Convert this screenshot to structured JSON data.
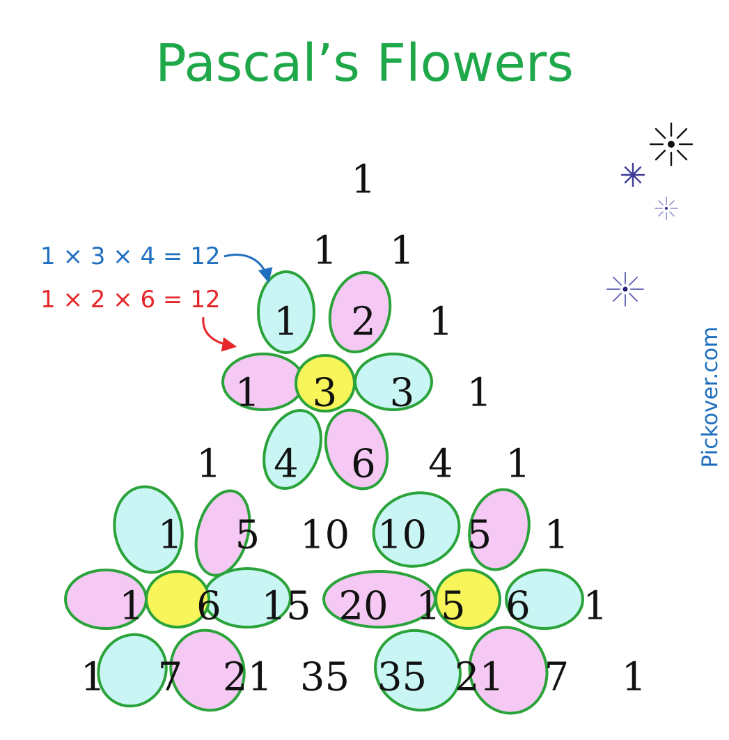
{
  "title": "Pascal’s Flowers",
  "equations": {
    "blue": "1 × 3 × 4 = 12",
    "red": "1 × 2 × 6 = 12"
  },
  "credit": "Pickover.com",
  "colors": {
    "title": "#1fa84a",
    "blue_text": "#1f6fc0",
    "red_text": "#e5262a",
    "petal_pink": "#f5c9f3",
    "petal_cyan": "#c9f6f4",
    "flower_center": "#f7f55a",
    "outline": "#2aa33a"
  },
  "triangle": {
    "rows": [
      [
        "1"
      ],
      [
        "1",
        "1"
      ],
      [
        "1",
        "2",
        "1"
      ],
      [
        "1",
        "3",
        "3",
        "1"
      ],
      [
        "1",
        "4",
        "6",
        "4",
        "1"
      ],
      [
        "1",
        "5",
        "10",
        "10",
        "5",
        "1"
      ],
      [
        "1",
        "6",
        "15",
        "20",
        "15",
        "6",
        "1"
      ],
      [
        "1",
        "7",
        "21",
        "35",
        "35",
        "21",
        "7",
        "1"
      ]
    ]
  },
  "flowers": [
    {
      "center": "3",
      "petals": [
        "1",
        "2",
        "3",
        "6",
        "4",
        "1"
      ]
    },
    {
      "center": "6",
      "petals": [
        "1",
        "5",
        "15",
        "21",
        "7",
        "1"
      ]
    },
    {
      "center": "15",
      "petals": [
        "10",
        "5",
        "6",
        "21",
        "35",
        "20"
      ]
    }
  ],
  "icons": [
    "sparkle-icon",
    "asterisk-icon",
    "sparkle-icon",
    "sparkle-icon"
  ]
}
